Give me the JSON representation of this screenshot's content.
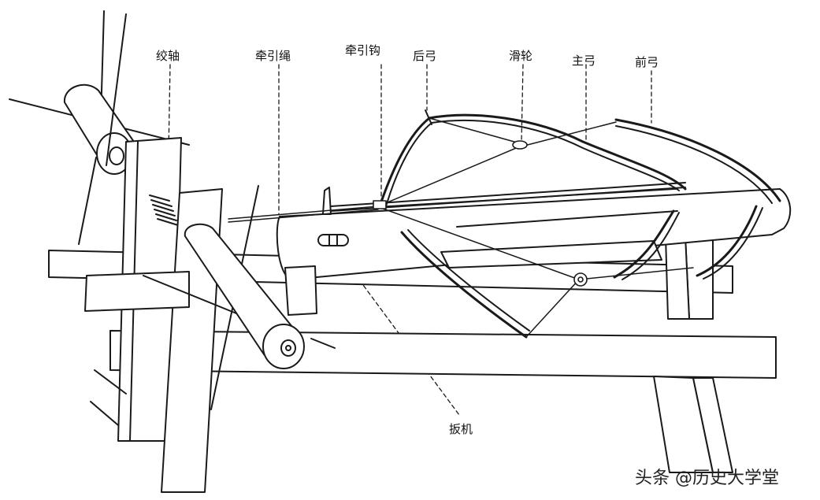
{
  "labels": {
    "winch": "绞轴",
    "pull_rope": "牵引绳",
    "pull_hook": "牵引钩",
    "rear_bow": "后弓",
    "pulley": "滑轮",
    "main_bow": "主弓",
    "front_bow": "前弓",
    "trigger": "扳机"
  },
  "watermark": "头条 @历史大学堂",
  "colors": {
    "ink": "#1a1a1a",
    "background": "#ffffff"
  }
}
